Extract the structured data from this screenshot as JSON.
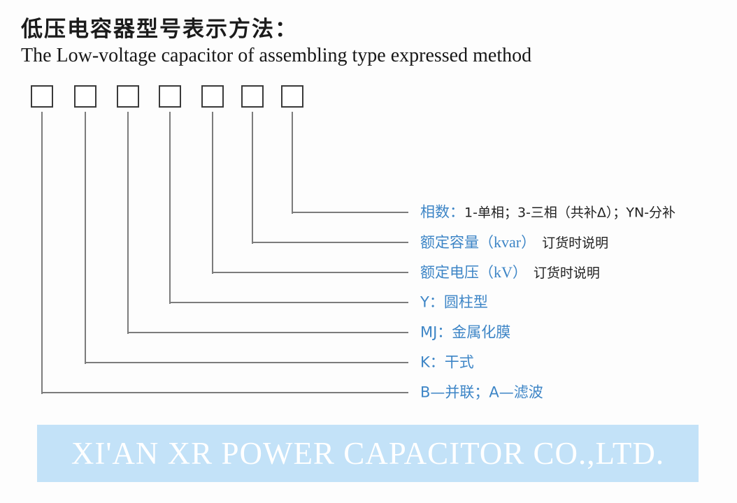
{
  "page": {
    "title": "低压电容器型号表示方法：",
    "subtitle": "The Low-voltage capacitor of assembling type expressed method"
  },
  "diagram": {
    "box_count": 7,
    "accent_color": "#3d85c6",
    "line_color": "#7c7c7c",
    "rows": [
      {
        "blue1": "相数：",
        "black": "1-单相；3-三相（共补Δ）；YN-分补"
      },
      {
        "blue1": "额定容量（",
        "serif": "kvar",
        "blue2": "）",
        "black": "订货时说明"
      },
      {
        "blue1": "额定电压（",
        "serif": "kV",
        "blue2": "）",
        "black": "订货时说明"
      },
      {
        "blue1": "Y：圆柱型"
      },
      {
        "blue1": "MJ：金属化膜"
      },
      {
        "blue1": "K：干式"
      },
      {
        "blue1": "B—并联；A—滤波"
      }
    ]
  },
  "footer": {
    "company": "XI'AN XR POWER CAPACITOR CO.,LTD.",
    "background": "#c3e2f8",
    "text_color": "#ffffff"
  }
}
